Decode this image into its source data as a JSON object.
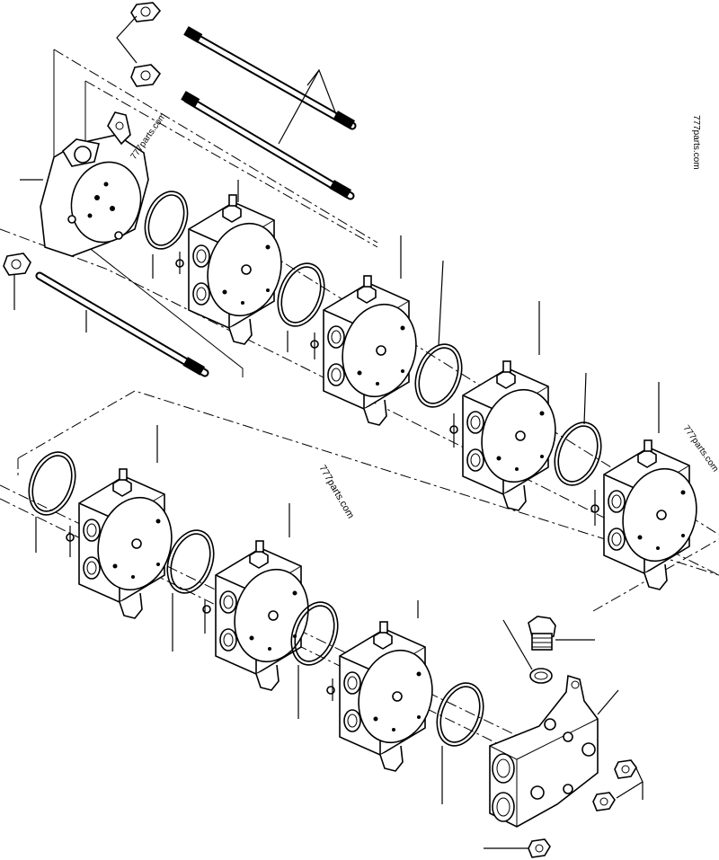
{
  "watermarks": {
    "side": "777parts.com",
    "center": "777parts.com",
    "top_left": "777parts.com",
    "right_mid": "777parts.com"
  }
}
